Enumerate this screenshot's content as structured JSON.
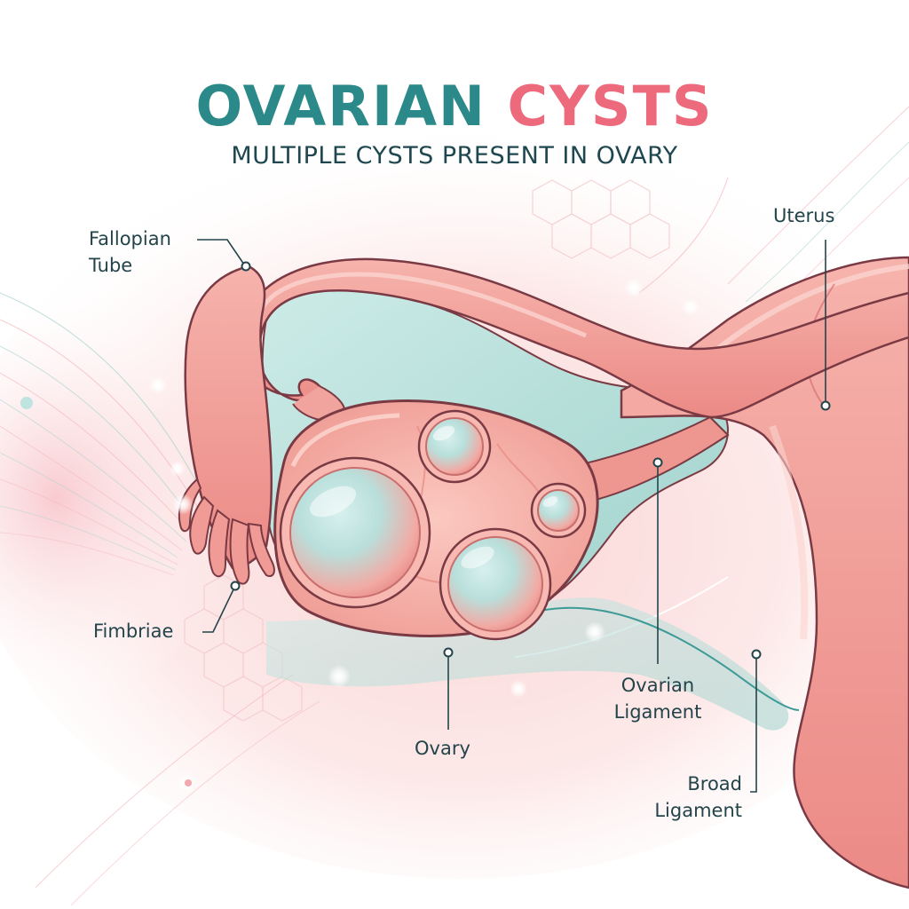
{
  "title": {
    "part1": "OVARIAN",
    "part2": "CYSTS"
  },
  "subtitle": "MULTIPLE CYSTS PRESENT IN OVARY",
  "labels": {
    "fallopian_tube": [
      "Fallopian",
      "Tube"
    ],
    "uterus": "Uterus",
    "fimbriae": "Fimbriae",
    "ovary": "Ovary",
    "ovarian_ligament": [
      "Ovarian",
      "Ligament"
    ],
    "broad_ligament": [
      "Broad",
      "Ligament"
    ]
  },
  "colors": {
    "teal": "#2b8a89",
    "coral": "#ec6a7c",
    "outline": "#7a3a44",
    "tissue": "#ef9a93",
    "aqua": "#b9e2de",
    "leader": "#23444a"
  }
}
